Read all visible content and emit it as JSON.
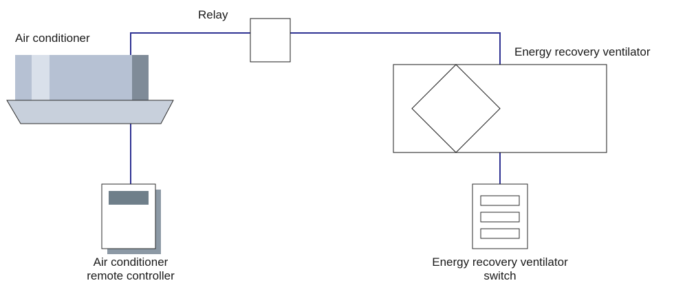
{
  "labels": {
    "relay": "Relay",
    "air_conditioner": "Air conditioner",
    "erv": "Energy recovery ventilator",
    "remote_line1": "Air conditioner",
    "remote_line2": "remote controller",
    "switch_line1": "Energy recovery ventilator",
    "switch_line2": "switch"
  },
  "colors": {
    "wire": "#2e3192",
    "ac_body": "#b6c1d3",
    "ac_light_panel": "#d9e0ea",
    "ac_dark_panel": "#7f8b98",
    "ac_grille": "#c8d0dc",
    "remote_shadow": "#8c99a5",
    "remote_display": "#6f7f8a"
  }
}
